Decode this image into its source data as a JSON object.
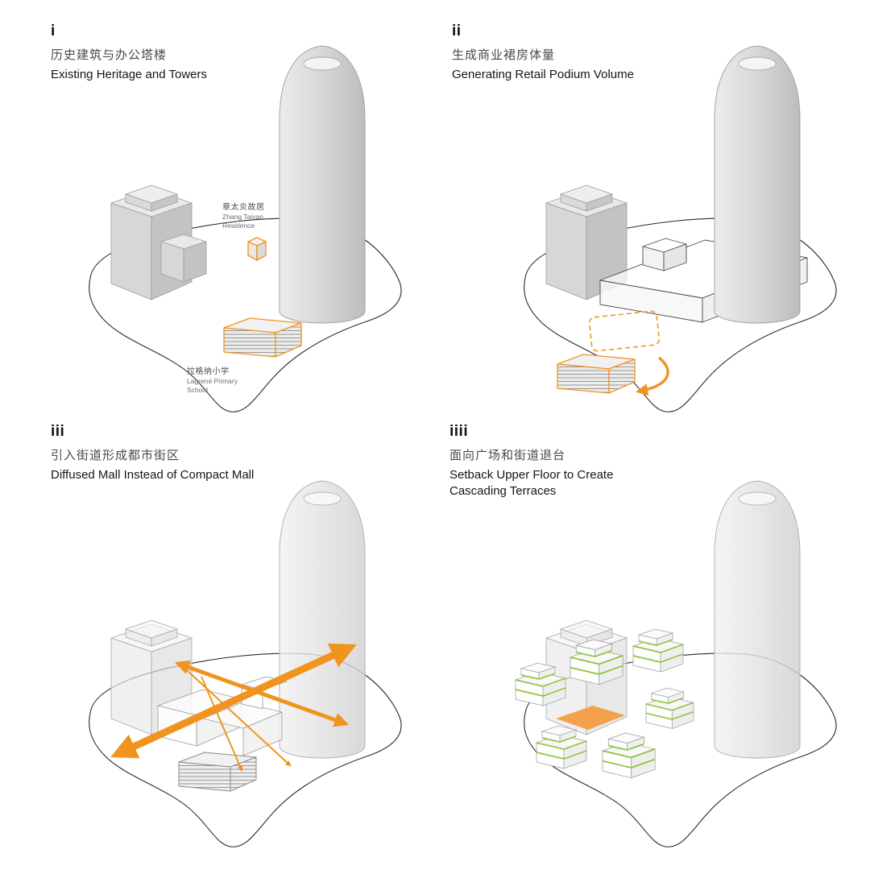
{
  "colors": {
    "orange": "#F0941F",
    "orange_light": "#F4A14B",
    "green": "#8DC63F",
    "building_gray": "#D8D8D8"
  },
  "panels": {
    "p1": {
      "numeral": "i",
      "title_zh": "历史建筑与办公塔楼",
      "title_en": "Existing Heritage and Towers",
      "label_residence_zh": "章太炎故居",
      "label_residence_en1": "Zhang Taiyan",
      "label_residence_en2": "Residence",
      "label_school_zh": "拉格纳小学",
      "label_school_en1": "Lagrené Primary",
      "label_school_en2": "School"
    },
    "p2": {
      "numeral": "ii",
      "title_zh": "生成商业裙房体量",
      "title_en": "Generating Retail Podium Volume"
    },
    "p3": {
      "numeral": "iii",
      "title_zh": "引入街道形成都市街区",
      "title_en": "Diffused Mall Instead of Compact Mall"
    },
    "p4": {
      "numeral": "iiii",
      "title_zh": "面向广场和街道退台",
      "title_en": "Setback Upper Floor to Create",
      "title_en2": "Cascading Terraces"
    }
  }
}
